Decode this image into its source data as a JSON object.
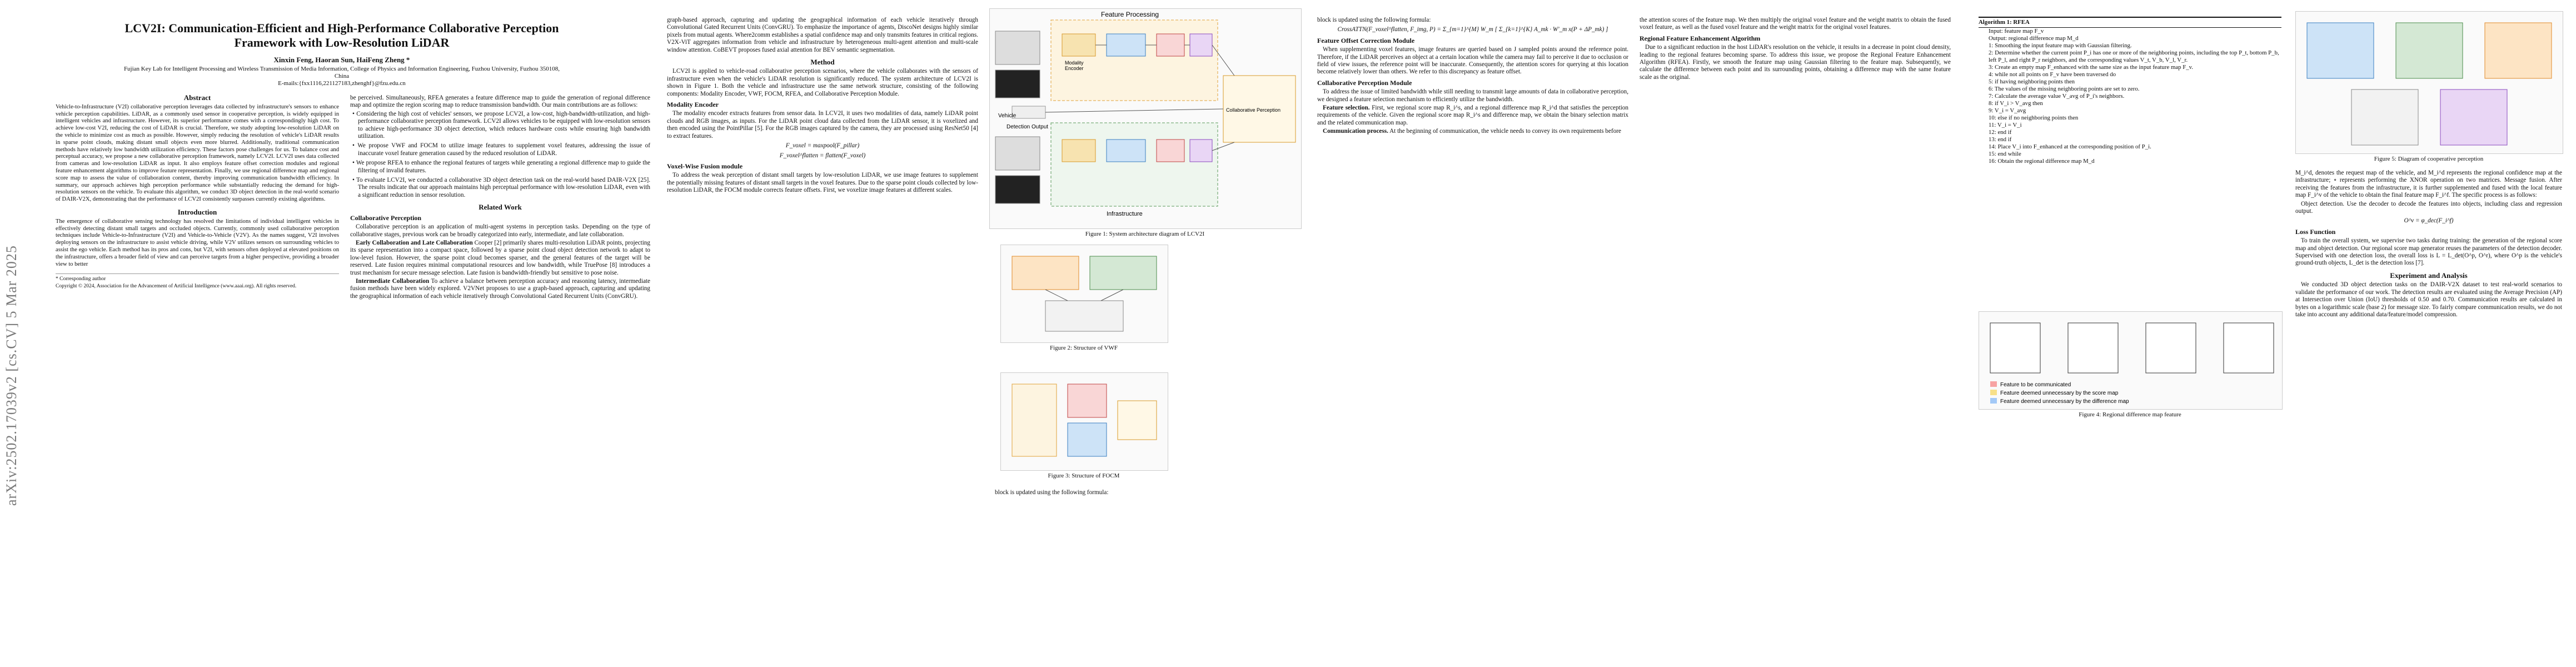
{
  "arxiv_id": "arXiv:2502.17039v2  [cs.CV]  5 Mar 2025",
  "title": "LCV2I: Communication-Efficient and High-Performance Collaborative Perception Framework with Low-Resolution LiDAR",
  "authors": "Xinxin Feng, Haoran Sun, HaiFeng Zheng *",
  "affiliation": "Fujian Key Lab for Intelligent Processing and Wireless Transmission of Media Information, College of Physics and Information Engineering, Fuzhou University, Fuzhou 350108, China",
  "email": "E-mails:{fxx1116,221127183,zhenghf}@fzu.edu.cn",
  "abstract_heading": "Abstract",
  "abstract": "Vehicle-to-Infrastructure (V2I) collaborative perception leverages data collected by infrastructure's sensors to enhance vehicle perception capabilities. LiDAR, as a commonly used sensor in cooperative perception, is widely equipped in intelligent vehicles and infrastructure. However, its superior performance comes with a correspondingly high cost. To achieve low-cost V2I, reducing the cost of LiDAR is crucial. Therefore, we study adopting low-resolution LiDAR on the vehicle to minimize cost as much as possible. However, simply reducing the resolution of vehicle's LiDAR results in sparse point clouds, making distant small objects even more blurred. Additionally, traditional communication methods have relatively low bandwidth utilization efficiency. These factors pose challenges for us. To balance cost and perceptual accuracy, we propose a new collaborative perception framework, namely LCV2I. LCV2I uses data collected from cameras and low-resolution LiDAR as input. It also employs feature offset correction modules and regional feature enhancement algorithms to improve feature representation. Finally, we use regional difference map and regional score map to assess the value of collaboration content, thereby improving communication bandwidth efficiency. In summary, our approach achieves high perception performance while substantially reducing the demand for high-resolution sensors on the vehicle. To evaluate this algorithm, we conduct 3D object detection in the real-world scenario of DAIR-V2X, demonstrating that the performance of LCV2I consistently surpasses currently existing algorithms.",
  "intro_heading": "Introduction",
  "intro": "The emergence of collaborative sensing technology has resolved the limitations of individual intelligent vehicles in effectively detecting distant small targets and occluded objects. Currently, commonly used collaborative perception techniques include Vehicle-to-Infrastructure (V2I) and Vehicle-to-Vehicle (V2V). As the names suggest, V2I involves deploying sensors on the infrastructure to assist vehicle driving, while V2V utilizes sensors on surrounding vehicles to assist the ego vehicle. Each method has its pros and cons, but V2I, with sensors often deployed at elevated positions on the infrastructure, offers a broader field of view and can perceive targets from a higher perspective, providing a broader view to better",
  "footnote": "* Corresponding author\nCopyright © 2024, Association for the Advancement of Artificial Intelligence (www.aaai.org). All rights reserved.",
  "col2_p1": "be perceived. Simultaneously, RFEA generates a feature difference map to guide the generation of regional difference map and optimize the region scoring map to reduce transmission bandwidth. Our main contributions are as follows:",
  "contrib": [
    "Considering the high cost of vehicles' sensors, we propose LCV2I, a low-cost, high-bandwidth-utilization, and high-performance collaborative perception framework. LCV2I allows vehicles to be equipped with low-resolution sensors to achieve high-performance 3D object detection, which reduces hardware costs while ensuring high bandwidth utilization.",
    "We propose VWF and FOCM to utilize image features to supplement voxel features, addressing the issue of inaccurate voxel feature generation caused by the reduced resolution of LiDAR.",
    "We propose RFEA to enhance the regional features of targets while generating a regional difference map to guide the filtering of invalid features.",
    "To evaluate LCV2I, we conducted a collaborative 3D object detection task on the real-world based DAIR-V2X [25]. The results indicate that our approach maintains high perceptual performance with low-resolution LiDAR, even with a significant reduction in sensor resolution."
  ],
  "related_heading": "Related Work",
  "related_sub1": "Collaborative Perception",
  "related_p1": "Collaborative perception is an application of multi-agent systems in perception tasks. Depending on the type of collaborative stages, previous work can be broadly categorized into early, intermediate, and late collaboration.",
  "related_sub2": "Early Collaboration and Late Collaboration",
  "related_p2": "Cooper [2] primarily shares multi-resolution LiDAR points, projecting its sparse representation into a compact space, followed by a sparse point cloud object detection network to adapt to low-level fusion. However, the sparse point cloud becomes sparser, and the general features of the target will be reserved. Late fusion requires minimal computational resources and low bandwidth, while TruePose [8] introduces a trust mechanism for secure message selection. Late fusion is bandwidth-friendly but sensitive to pose noise.",
  "related_sub3": "Intermediate Collaboration",
  "related_p3": "To achieve a balance between perception accuracy and reasoning latency, intermediate fusion methods have been widely explored. V2VNet proposes to use a graph-based approach, capturing and updating the geographical information of each vehicle iteratively through Convolutional Gated Recurrent Units (ConvGRU).",
  "col3_p1": "graph-based approach, capturing and updating the geographical information of each vehicle iteratively through Convolutional Gated Recurrent Units (ConvGRU). To emphasize the importance of agents, DiscoNet designs highly similar pixels from mutual agents. Where2comm establishes a spatial confidence map and only transmits features in critical regions. V2X-ViT aggregates information from vehicle and infrastructure by heterogeneous multi-agent attention and multi-scale window attention. CoBEVT proposes fused axial attention for BEV semantic segmentation.",
  "method_heading": "Method",
  "method_p1": "LCV2I is applied to vehicle-road collaborative perception scenarios, where the vehicle collaborates with the sensors of infrastructure even when the vehicle's LiDAR resolution is significantly reduced. The system architecture of LCV2I is shown in Figure 1. Both the vehicle and infrastructure use the same network structure, consisting of the following components: Modality Encoder, VWF, FOCM, RFEA, and Collaborative Perception Module.",
  "modality_heading": "Modality Encoder",
  "modality_p": "The modality encoder extracts features from sensor data. In LCV2I, it uses two modalities of data, namely LiDAR point clouds and RGB images, as inputs. For the LiDAR point cloud data collected from the LiDAR sensor, it is voxelized and then encoded using the PointPillar [5]. For the RGB images captured by the camera, they are processed using ResNet50 [4] to extract features.",
  "eq1": "F_voxel = maxpool(F_pillar)",
  "eq2": "F_voxel^flatten = flatten(F_voxel)",
  "vwf_heading": "Voxel-Wise Fusion module",
  "vwf_p": "To address the weak perception of distant small targets by low-resolution LiDAR, we use image features to supplement the potentially missing features of distant small targets in the voxel features. Due to the sparse point clouds collected by low-resolution LiDAR, the FOCM module corrects feature offsets. First, we voxelize image features at different scales.",
  "fig1_caption": "Figure 1: System architecture diagram of LCV2I",
  "fig1_labels": {
    "feature_processing": "Feature Processing",
    "vehicle": "Vehicle",
    "infrastructure": "Infrastructure",
    "detection_output": "Detection Output",
    "modality": "Modality",
    "encoder": "Encoder",
    "collaborative": "Collaborative Perception"
  },
  "fig2_caption": "Figure 2: Structure of VWF",
  "fig3_caption": "Figure 3: Structure of FOCM",
  "col4_p1": "block is updated using the following formula:",
  "eq3": "CrossATTN(F_voxel^flatten, F_img, P) = Σ_{m=1}^{M} W_m [ Σ_{k=1}^{K} A_mk · W'_m x(P + ΔP_mk) ]",
  "focm_heading": "Feature Offset Correction Module",
  "focm_p": "When supplementing voxel features, image features are queried based on J sampled points around the reference point. Therefore, if the LiDAR perceives an object at a certain location while the camera may fail to perceive it due to occlusion or field of view issues, the reference point will be inaccurate. Consequently, the attention scores for querying at this location become relatively lower than others. We refer to this discrepancy as feature offset.",
  "collab_heading": "Collaborative Perception Module",
  "collab_p": "To address the issue of limited bandwidth while still needing to transmit large amounts of data in collaborative perception, we designed a feature selection mechanism to efficiently utilize the bandwidth.",
  "col5_p1": "the attention scores of the feature map. We then multiply the original voxel feature and the weight matrix to obtain the fused voxel feature, as well as the fused voxel feature and the weight matrix for the original voxel features.",
  "algo_title": "Algorithm 1: RFEA",
  "algo_lines": [
    "Input: feature map F_v",
    "Output: regional difference map M_d",
    "1: Smoothing the input feature map with Gaussian filtering.",
    "2: Determine whether the current point P_i has one or more of the neighboring points, including the top P_t, bottom P_b, left P_l, and right P_r neighbors, and the corresponding values V_t, V_b, V_l, V_r.",
    "3: Create an empty map F_enhanced with the same size as the input feature map F_v.",
    "4: while not all points on F_v have been traversed do",
    "5:   if having neighboring points then",
    "6:     The values of the missing neighboring points are set to zero.",
    "7:     Calculate the average value V_avg of P_i's neighbors.",
    "8:     if V_i > V_avg then",
    "9:       V_i = V_avg",
    "10:    else if no neighboring points then",
    "11:      V_i = V_i",
    "12:    end if",
    "13:  end if",
    "14:  Place V_i into F_enhanced at the corresponding position of P_i.",
    "15: end while",
    "16: Obtain the regional difference map M_d"
  ],
  "rfea_heading": "Regional Feature Enhancement Algorithm",
  "rfea_p": "Due to a significant reduction in the host LiDAR's resolution on the vehicle, it results in a decrease in point cloud density, leading to the regional features becoming sparse. To address this issue, we propose the Regional Feature Enhancement Algorithm (RFEA). Firstly, we smooth the feature map using Gaussian filtering to the feature map. Subsequently, we calculate the difference between each point and its surrounding points, obtaining a difference map with the same feature scale as the original.",
  "fig4_caption": "Figure 4: Regional difference map feature",
  "fig4_legend": [
    "Feature to be communicated",
    "Feature deemed unnecessary by the score map",
    "Feature deemed unnecessary by the difference map"
  ],
  "fig5_caption": "Figure 5: Diagram of cooperative perception",
  "loss_heading": "Loss Function",
  "loss_p": "To train the overall system, we supervise two tasks during training: the generation of the regional score map and object detection. Our regional score map generator reuses the parameters of the detection decoder. Supervised with one detection loss, the overall loss is L = L_det(O^p, O^r), where O^p is the vehicle's ground-truth objects, L_det is the detection loss [7].",
  "exp_heading": "Experiment and Analysis",
  "exp_p": "We conducted 3D object detection tasks on the DAIR-V2X dataset to test real-world scenarios to validate the performance of our work. The detection results are evaluated using the Average Precision (AP) at Intersection over Union (IoU) thresholds of 0.50 and 0.70. Communication results are calculated in bytes on a logarithmic scale (base 2) for message size. To fairly compare communication results, we do not take into account any additional data/feature/model compression.",
  "fusion_heading": "Feature selection.",
  "fusion_p": "First, we regional score map R_i^s, and a regional difference map R_i^d that satisfies the perception requirements of the vehicle. Given the regional score map R_i^s and difference map, we obtain the binary selection matrix and the related communication map.",
  "comm_heading": "Communication process.",
  "comm_p": "At the beginning of communication, the vehicle needs to convey its own requirements before",
  "col7_p": "M_i^d, denotes the request map of the vehicle, and M_i^d represents the regional confidence map at the infrastructure; ∘ represents performing the XNOR operation on two matrices. Message fusion. After receiving the features from the infrastructure, it is further supplemented and fused with the local feature map F_i^v of the vehicle to obtain the final feature map F_i^f. The specific process is as follows:",
  "object_det": "Object detection. Use the decoder to decode the features into objects, including class and regression output.",
  "eq_o": "O^v = φ_dec(F_i^f)"
}
